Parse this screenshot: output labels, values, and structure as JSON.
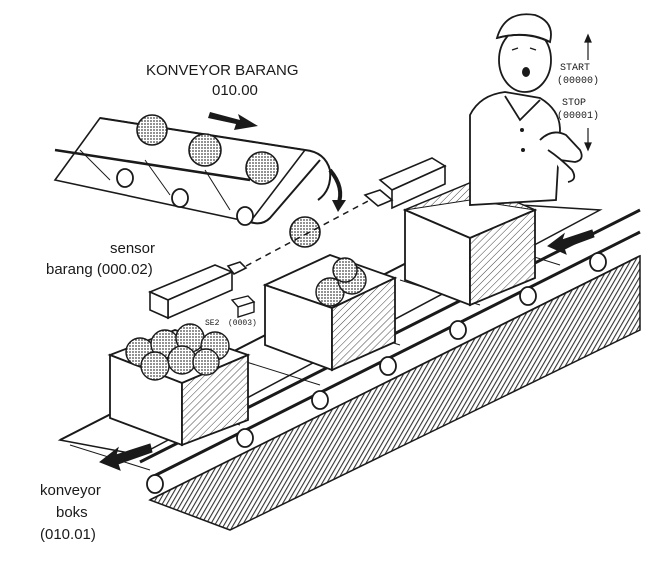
{
  "labels": {
    "item_conveyor": "KONVEYOR BARANG",
    "item_conveyor_address": "010.00",
    "item_sensor_line1": "sensor",
    "item_sensor_line2": "barang (000.02)",
    "box_conveyor_line1": "konveyor",
    "box_conveyor_line2": "boks",
    "box_conveyor_line3": "(010.01)",
    "start_label": "START",
    "start_address": "(00000)",
    "stop_label": "STOP",
    "stop_address": "(00001)",
    "box_sensor_label": "SE2",
    "box_sensor_address": "(0003)"
  },
  "colors": {
    "ink": "#1a1a1a",
    "hatch": "#555555",
    "paper": "#ffffff"
  }
}
